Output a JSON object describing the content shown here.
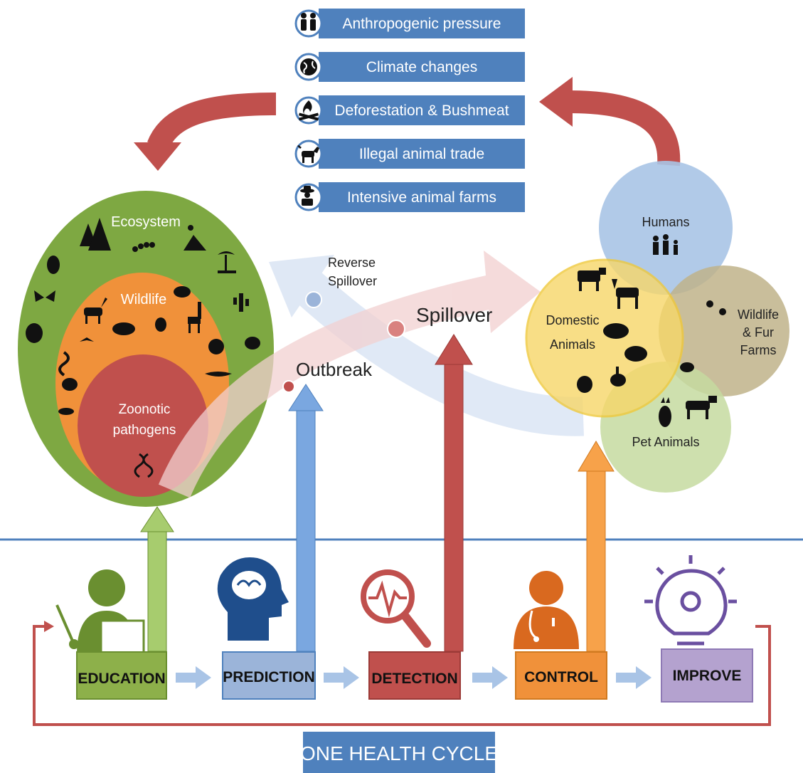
{
  "drivers": [
    {
      "label": "Anthropogenic pressure",
      "icon": "people-icon"
    },
    {
      "label": "Climate changes",
      "icon": "globe-icon"
    },
    {
      "label": "Deforestation & Bushmeat",
      "icon": "campfire-icon"
    },
    {
      "label": "Illegal animal trade",
      "icon": "goat-icon"
    },
    {
      "label": "Intensive animal farms",
      "icon": "farmer-icon"
    }
  ],
  "nested_circles": {
    "ecosystem": "Ecosystem",
    "wildlife": "Wildlife",
    "zoonotic_line1": "Zoonotic",
    "zoonotic_line2": "pathogens"
  },
  "transmission": {
    "outbreak": "Outbreak",
    "spillover": "Spillover",
    "reverse_line1": "Reverse",
    "reverse_line2": "Spillover"
  },
  "hosts": {
    "humans": "Humans",
    "domestic_line1": "Domestic",
    "domestic_line2": "Animals",
    "wildlife_line1": "Wildlife",
    "wildlife_line2": "& Fur",
    "wildlife_line3": "Farms",
    "pets": "Pet Animals"
  },
  "steps": [
    {
      "label": "EDUCATION",
      "color": "#8db04a"
    },
    {
      "label": "PREDICTION",
      "color": "#9bb4d9"
    },
    {
      "label": "DETECTION",
      "color": "#c0504d"
    },
    {
      "label": "CONTROL",
      "color": "#f0913a"
    },
    {
      "label": "IMPROVE",
      "color": "#b4a2cf"
    }
  ],
  "cycle_title": "ONE HEALTH CYCLE",
  "colors": {
    "driver_box": "#4f81bd",
    "ecosystem": "#7ea842",
    "wildlife": "#f0913a",
    "zoonotic": "#c0504d",
    "humans": "#a9c4e6",
    "domestic": "#f7d769",
    "wildlife_farms": "#bfb38a",
    "pets": "#c6dba0",
    "title_bar": "#4f81bd"
  }
}
